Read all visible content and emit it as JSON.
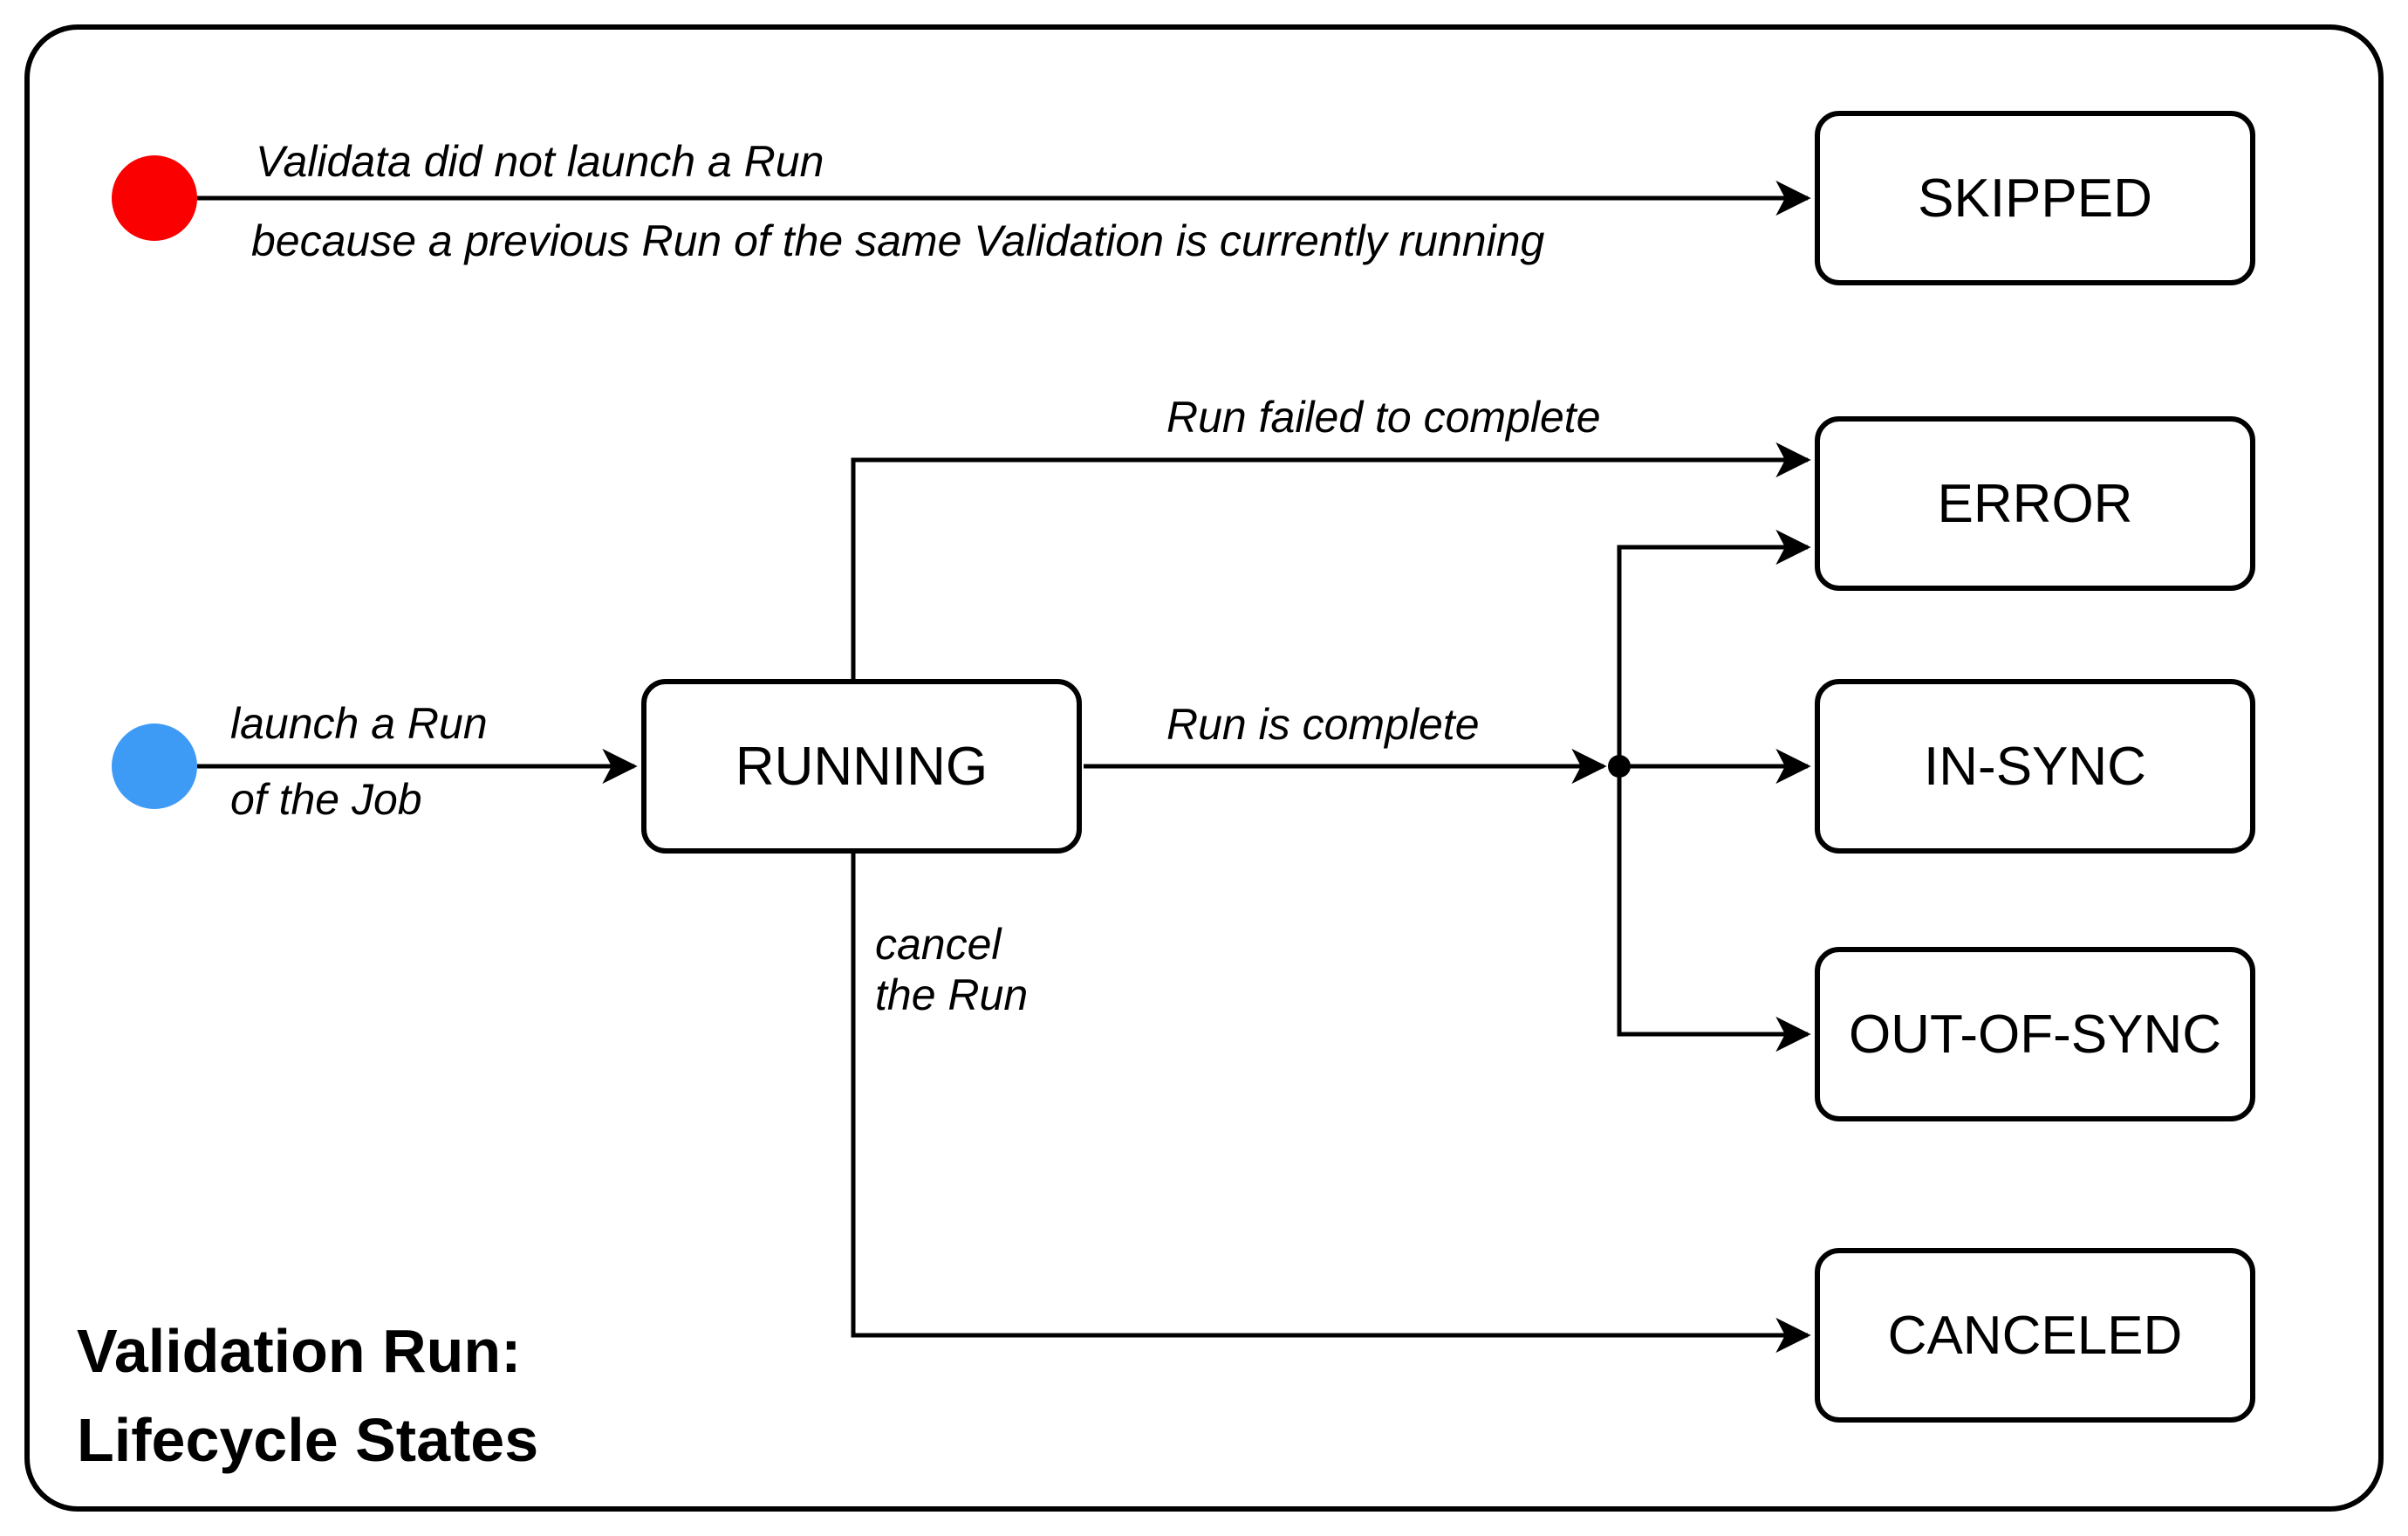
{
  "diagram": {
    "title_line1": "Validation Run:",
    "title_line2": "Lifecycle States"
  },
  "states": {
    "running": "RUNNING",
    "skipped": "SKIPPED",
    "error": "ERROR",
    "in_sync": "IN-SYNC",
    "out_of_sync": "OUT-OF-SYNC",
    "canceled": "CANCELED"
  },
  "labels": {
    "skipped_reason_line1": "Validata did not launch a Run",
    "skipped_reason_line2": "because a previous Run of the same Validation is currently running",
    "launch_line1": "launch a Run",
    "launch_line2": "of the Job",
    "run_failed": "Run failed to complete",
    "run_complete": "Run is complete",
    "cancel_line1": "cancel",
    "cancel_line2": "the Run"
  },
  "colors": {
    "start_skipped_dot": "#FA0000",
    "start_run_dot": "#3E9BF5",
    "line": "#000000",
    "background": "#FFFFFF"
  }
}
